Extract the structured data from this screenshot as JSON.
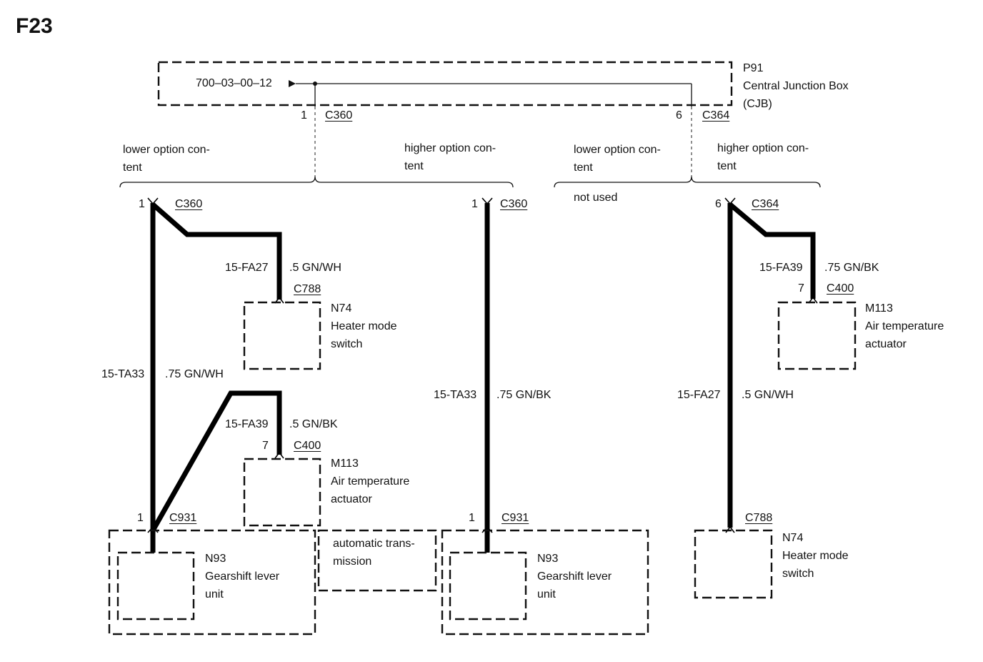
{
  "title": "F23",
  "cjb": {
    "source_ref": "700–03–00–12",
    "pin_c360": "1",
    "conn_c360": "C360",
    "pin_c364": "6",
    "conn_c364": "C364",
    "id": "P91",
    "name": "Central Junction Box",
    "abbr": "(CJB)"
  },
  "variants": {
    "c360_lower": [
      "lower option con-",
      "tent"
    ],
    "c360_higher": [
      "higher option con-",
      "tent"
    ],
    "c364_lower": [
      "lower option con-",
      "tent"
    ],
    "c364_higher": [
      "higher option con-",
      "tent"
    ],
    "c364_lower_note": "not used"
  },
  "circuit_c360_lower": {
    "top_pin": "1",
    "top_conn": "C360",
    "wire_main": {
      "circuit": "15-TA33",
      "spec": ".75 GN/WH"
    },
    "wire_n74": {
      "circuit": "15-FA27",
      "spec": ".5 GN/WH",
      "conn": "C788"
    },
    "n74": [
      "N74",
      "Heater mode",
      "switch"
    ],
    "wire_m113": {
      "circuit": "15-FA39",
      "spec": ".5 GN/BK",
      "pin": "7",
      "conn": "C400"
    },
    "m113": [
      "M113",
      "Air temperature",
      "actuator"
    ],
    "bottom_pin": "1",
    "bottom_conn": "C931",
    "n93": [
      "N93",
      "Gearshift lever",
      "unit"
    ],
    "note": [
      "automatic trans-",
      "mission"
    ]
  },
  "circuit_c360_higher": {
    "top_pin": "1",
    "top_conn": "C360",
    "wire": {
      "circuit": "15-TA33",
      "spec": ".75 GN/BK"
    },
    "bottom_pin": "1",
    "bottom_conn": "C931",
    "n93": [
      "N93",
      "Gearshift lever",
      "unit"
    ]
  },
  "circuit_c364_higher": {
    "top_pin": "6",
    "top_conn": "C364",
    "wire_m113": {
      "circuit": "15-FA39",
      "spec": ".75 GN/BK",
      "pin": "7",
      "conn": "C400"
    },
    "m113": [
      "M113",
      "Air temperature",
      "actuator"
    ],
    "wire_n74": {
      "circuit": "15-FA27",
      "spec": ".5 GN/WH",
      "conn": "C788"
    },
    "n74": [
      "N74",
      "Heater mode",
      "switch"
    ]
  }
}
